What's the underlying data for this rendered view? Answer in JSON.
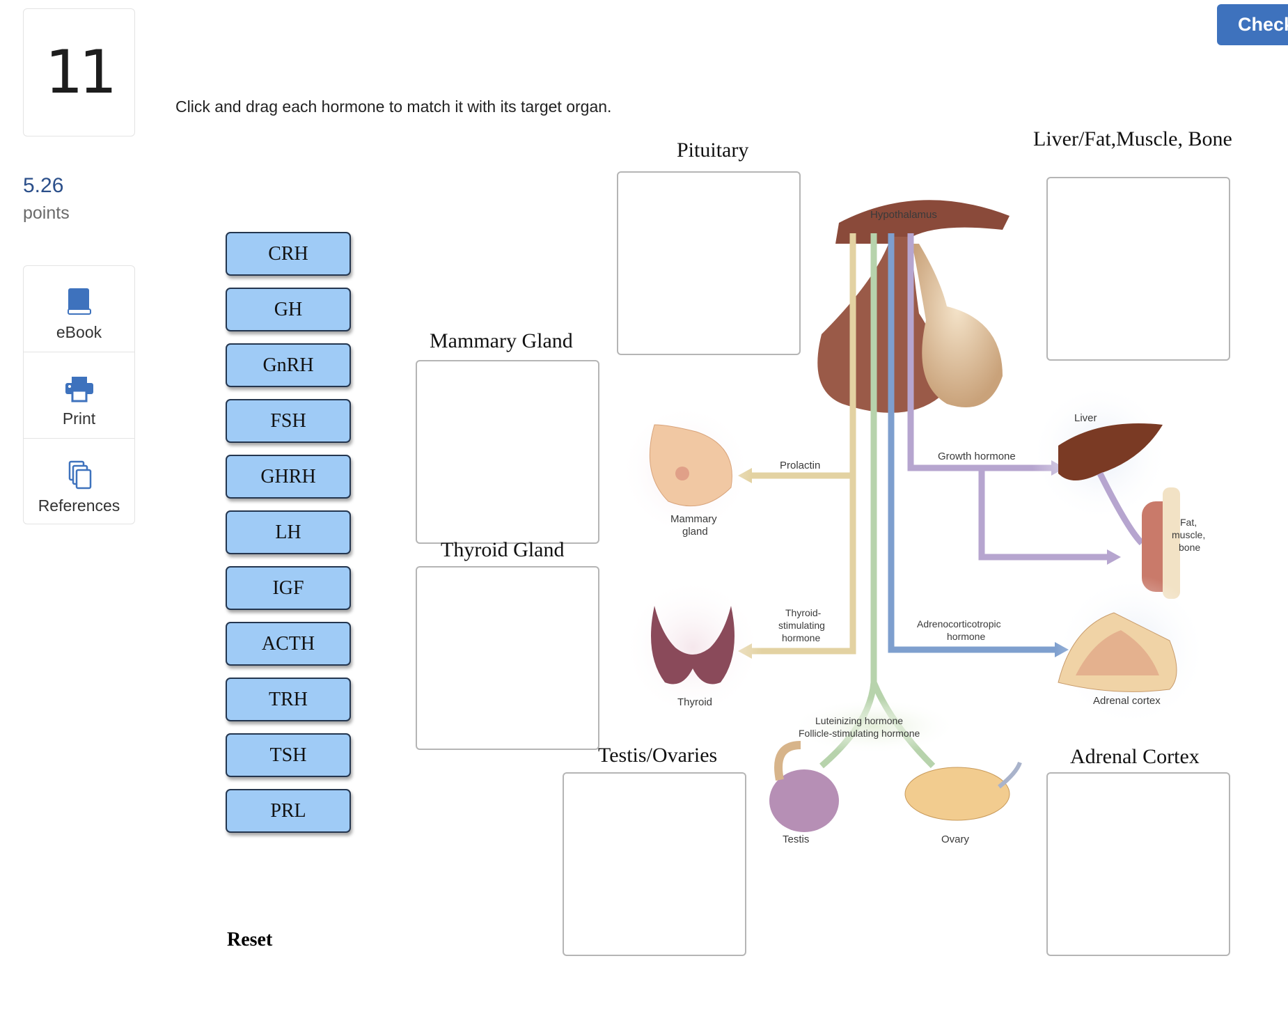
{
  "sidebar": {
    "question_number": "11",
    "points_value": "5.26",
    "points_label": "points",
    "tools": [
      {
        "label": "eBook",
        "icon": "book-icon"
      },
      {
        "label": "Print",
        "icon": "printer-icon"
      },
      {
        "label": "References",
        "icon": "copy-icon"
      }
    ]
  },
  "header": {
    "check_label": "Check"
  },
  "question": {
    "instruction": "Click and drag each hormone to match it with its target organ."
  },
  "hormones": [
    "CRH",
    "GH",
    "GnRH",
    "FSH",
    "GHRH",
    "LH",
    "IGF",
    "ACTH",
    "TRH",
    "TSH",
    "PRL"
  ],
  "reset_label": "Reset",
  "targets": {
    "pituitary": "Pituitary",
    "liver": "Liver/Fat,Muscle, Bone",
    "mammary": "Mammary Gland",
    "thyroid": "Thyroid Gland",
    "testis": "Testis/Ovaries",
    "adrenal": "Adrenal Cortex"
  },
  "diagram": {
    "hypothalamus": "Hypothalamus",
    "prolactin": "Prolactin",
    "mammary_1": "Mammary",
    "mammary_2": "gland",
    "growth_hormone": "Growth hormone",
    "liver": "Liver",
    "fat_1": "Fat,",
    "fat_2": "muscle,",
    "fat_3": "bone",
    "tsh_1": "Thyroid-",
    "tsh_2": "stimulating",
    "tsh_3": "hormone",
    "acth_1": "Adrenocorticotropic",
    "acth_2": "hormone",
    "thyroid": "Thyroid",
    "adrenal": "Adrenal cortex",
    "lh": "Luteinizing hormone",
    "fsh": "Follicle-stimulating hormone",
    "testis": "Testis",
    "ovary": "Ovary"
  },
  "colors": {
    "accent": "#3e72bd",
    "hormone_tile": "#9fcbf6",
    "prolactin_arrow": "#e3d2a2",
    "lh_fsh_arrow": "#b7d3ac",
    "acth_arrow": "#7e9fce",
    "gh_arrow": "#b6a5cf"
  }
}
